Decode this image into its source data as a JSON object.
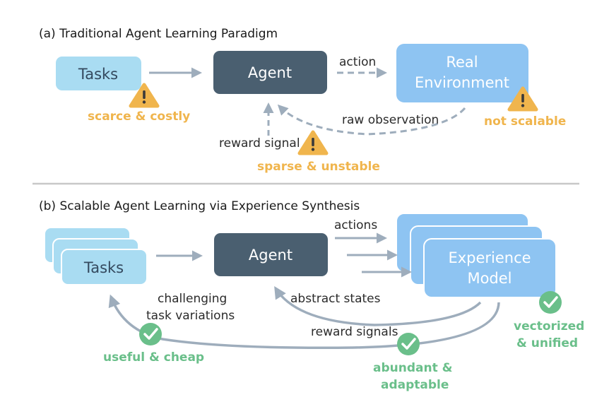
{
  "panel_a": {
    "title": "(a) Traditional Agent Learning Paradigm",
    "tasks_label": "Tasks",
    "agent_label": "Agent",
    "env_label_line1": "Real",
    "env_label_line2": "Environment",
    "action_label": "action",
    "observation_label": "raw observation",
    "reward_label": "reward signal",
    "warn_tasks": "scarce & costly",
    "warn_reward": "sparse & unstable",
    "warn_env": "not scalable"
  },
  "panel_b": {
    "title": "(b) Scalable Agent Learning via Experience Synthesis",
    "tasks_label": "Tasks",
    "agent_label": "Agent",
    "model_label_line1": "Experience",
    "model_label_line2": "Model",
    "actions_label": "actions",
    "states_label": "abstract states",
    "variations_line1": "challenging",
    "variations_line2": "task variations",
    "reward_label": "reward signals",
    "good_tasks": "useful & cheap",
    "good_reward_line1": "abundant &",
    "good_reward_line2": "adaptable",
    "good_model_line1": "vectorized",
    "good_model_line2": "& unified"
  },
  "colors": {
    "task_box": "#a9dcf2",
    "agent_box": "#4a5f70",
    "env_box": "#8ec4f2",
    "arrow": "#9eadbc",
    "warning": "#f0b54d",
    "check": "#6abf8a"
  }
}
